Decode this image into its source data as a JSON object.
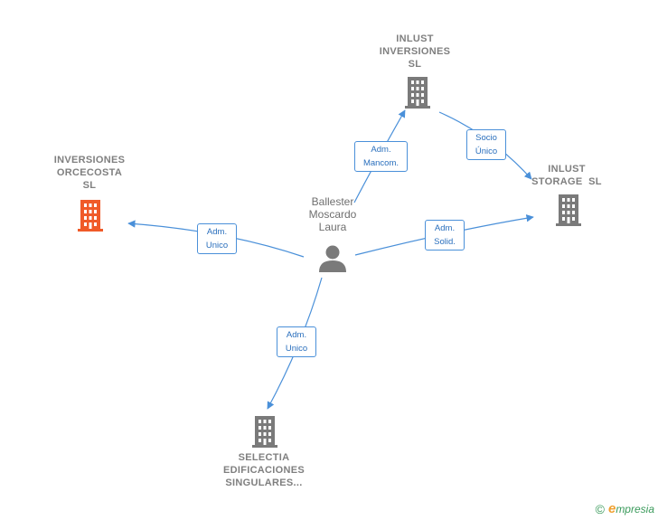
{
  "nodes": {
    "inlust_inversiones": [
      "INLUST",
      "INVERSIONES",
      "SL"
    ],
    "inversiones_orcecosta": [
      "INVERSIONES",
      "ORCECOSTA",
      "SL"
    ],
    "inlust_storage": [
      "INLUST",
      "STORAGE  SL"
    ],
    "selectia": [
      "SELECTIA",
      "EDIFICACIONES",
      "SINGULARES..."
    ],
    "person": [
      "Ballester",
      "Moscardo",
      "Laura"
    ]
  },
  "edges": {
    "adm_mancom": [
      "Adm.",
      "Mancom."
    ],
    "socio_unico": [
      "Socio",
      "Único"
    ],
    "adm_unico_left": [
      "Adm.",
      "Unico"
    ],
    "adm_solid": [
      "Adm.",
      "Solid."
    ],
    "adm_unico_bottom": [
      "Adm.",
      "Unico"
    ]
  },
  "colors": {
    "edge": "#4a90d9",
    "company": "#7a7a7a",
    "company_highlight": "#f05a28",
    "person": "#7a7a7a"
  },
  "footer": {
    "copyright": "©",
    "brand_initial": "e",
    "brand_rest": "mpresia"
  }
}
